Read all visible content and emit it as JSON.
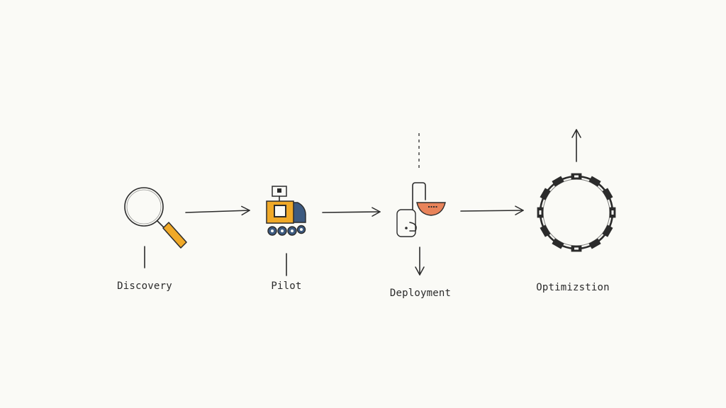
{
  "stages": [
    {
      "label": "Discovery",
      "icon": "magnifying-glass-icon"
    },
    {
      "label": "Pilot",
      "icon": "robot-vehicle-icon"
    },
    {
      "label": "Deployment",
      "icon": "device-deploy-icon"
    },
    {
      "label": "Optimizstion",
      "icon": "gear-ring-icon"
    }
  ],
  "colors": {
    "ink": "#2b2b2b",
    "accent_yellow": "#f0a928",
    "accent_orange": "#e8835a",
    "wheel_blue": "#3d5a80",
    "background": "#fafaf6"
  }
}
